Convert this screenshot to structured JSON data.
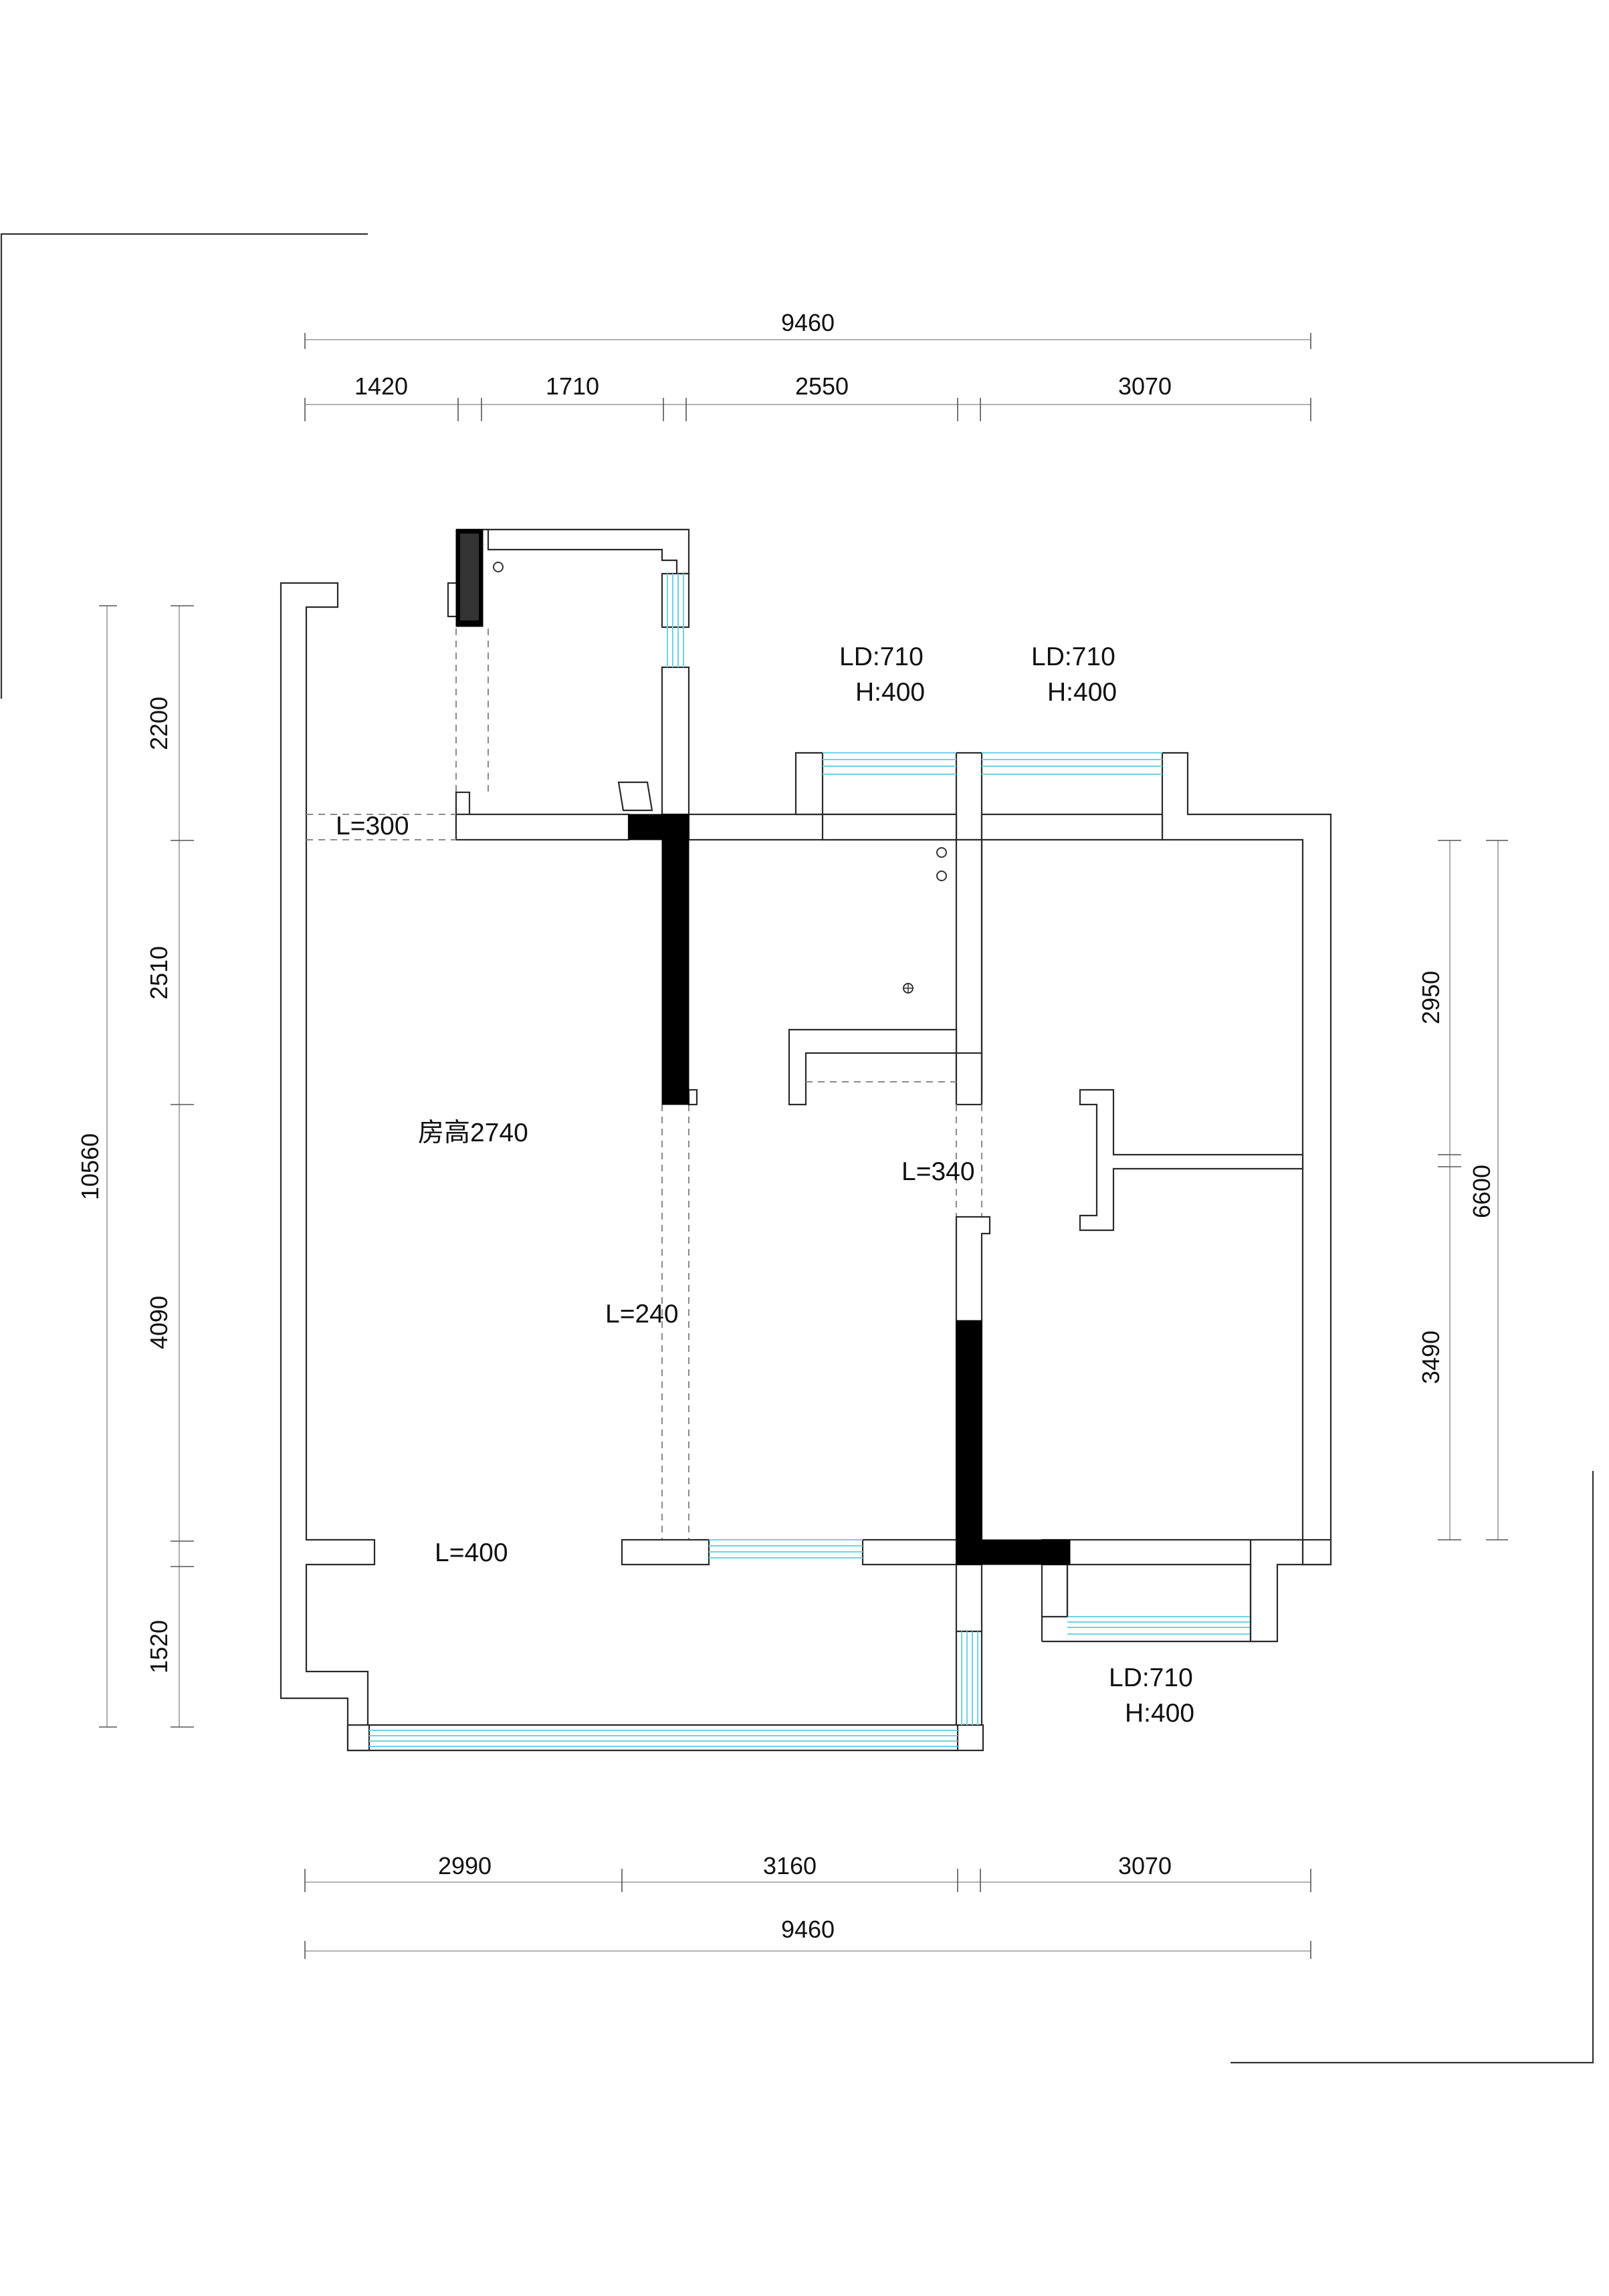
{
  "plan": {
    "dimensions": {
      "top_total": "9460",
      "top_segments": [
        "1420",
        "1710",
        "2550",
        "3070"
      ],
      "bottom_segments": [
        "2990",
        "3160",
        "3070"
      ],
      "bottom_total": "9460",
      "left_total": "10560",
      "left_segments": [
        "2200",
        "2510",
        "4090",
        "1520"
      ],
      "right_segments": [
        "2950",
        "3490"
      ],
      "right_total": "6600"
    },
    "labels": {
      "room_height": "房高2740",
      "l300": "L=300",
      "l240": "L=240",
      "l340": "L=340",
      "l400": "L=400"
    },
    "windows": [
      {
        "ld": "LD:710",
        "h": "H:400"
      },
      {
        "ld": "LD:710",
        "h": "H:400"
      },
      {
        "ld": "LD:710",
        "h": "H:400"
      }
    ],
    "colors": {
      "wall_outline": "#2a2a2a",
      "new_wall_fill": "#000000",
      "window_line": "#6fd3e6",
      "dimension_line": "#9a9a9a"
    }
  }
}
